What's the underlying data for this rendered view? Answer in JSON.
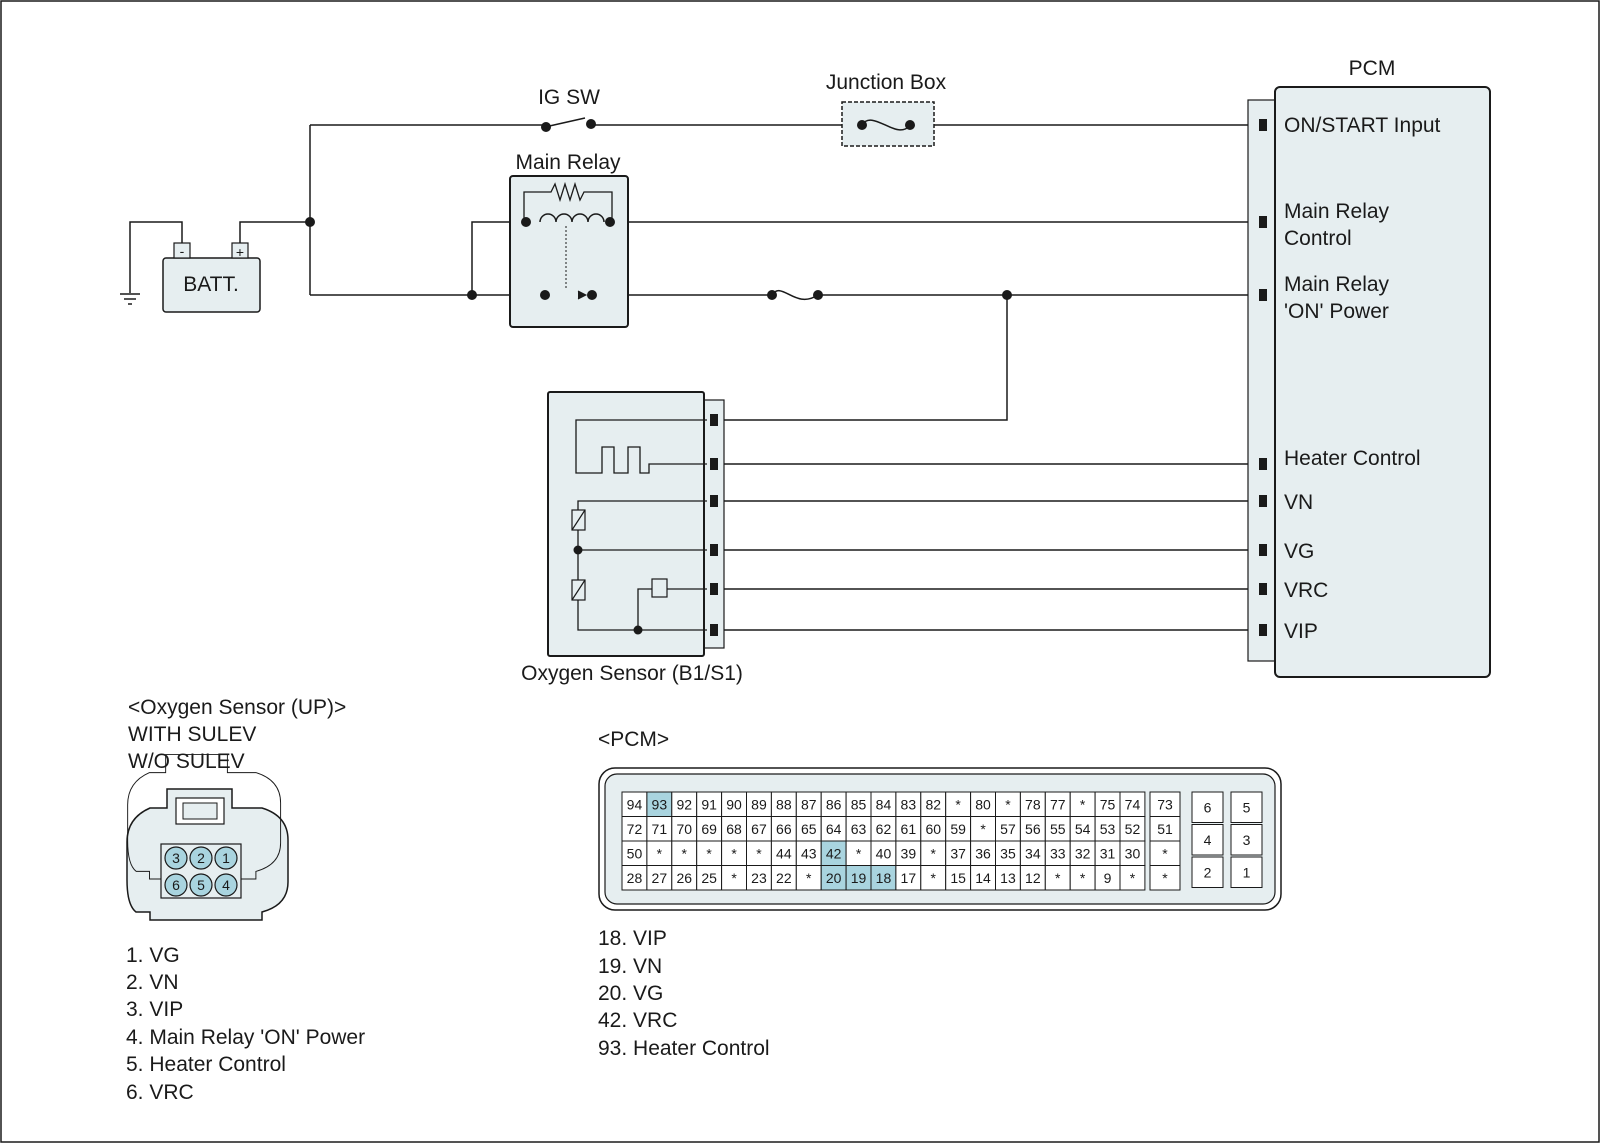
{
  "colors": {
    "box_fill": "#e6eef0",
    "highlight": "#a9d4df",
    "line": "#1a1a1a"
  },
  "labels": {
    "ig_sw": "IG SW",
    "junction_box": "Junction Box",
    "pcm_title": "PCM",
    "main_relay": "Main Relay",
    "batt": "BATT.",
    "batt_minus": "-",
    "batt_plus": "+",
    "o2_sensor": "Oxygen Sensor (B1/S1)"
  },
  "pcm_pins": [
    {
      "id": "on-start-input",
      "lines": [
        "ON/START Input"
      ]
    },
    {
      "id": "main-relay-control",
      "lines": [
        "Main Relay",
        "Control"
      ]
    },
    {
      "id": "main-relay-on-power",
      "lines": [
        "Main Relay",
        "'ON' Power"
      ]
    },
    {
      "id": "heater-control",
      "lines": [
        "Heater Control"
      ]
    },
    {
      "id": "vn",
      "lines": [
        "VN"
      ]
    },
    {
      "id": "vg",
      "lines": [
        "VG"
      ]
    },
    {
      "id": "vrc",
      "lines": [
        "VRC"
      ]
    },
    {
      "id": "vip",
      "lines": [
        "VIP"
      ]
    }
  ],
  "o2_connector": {
    "title_lines": [
      "<Oxygen Sensor (UP)>",
      "WITH SULEV",
      "W/O SULEV"
    ],
    "pins_top": [
      "3",
      "2",
      "1"
    ],
    "pins_bottom": [
      "6",
      "5",
      "4"
    ],
    "legend": [
      "1. VG",
      "2. VN",
      "3. VIP",
      "4. Main Relay  'ON' Power",
      "5. Heater Control",
      "6. VRC"
    ]
  },
  "pcm_connector": {
    "title": "<PCM>",
    "grid": [
      [
        "94",
        "93",
        "92",
        "91",
        "90",
        "89",
        "88",
        "87",
        "86",
        "85",
        "84",
        "83",
        "82",
        "*",
        "80",
        "*",
        "78",
        "77",
        "*",
        "75",
        "74"
      ],
      [
        "72",
        "71",
        "70",
        "69",
        "68",
        "67",
        "66",
        "65",
        "64",
        "63",
        "62",
        "61",
        "60",
        "59",
        "*",
        "57",
        "56",
        "55",
        "54",
        "53",
        "52"
      ],
      [
        "50",
        "*",
        "*",
        "*",
        "*",
        "*",
        "44",
        "43",
        "42",
        "*",
        "40",
        "39",
        "*",
        "37",
        "36",
        "35",
        "34",
        "33",
        "32",
        "31",
        "30"
      ],
      [
        "28",
        "27",
        "26",
        "25",
        "*",
        "23",
        "22",
        "*",
        "20",
        "19",
        "18",
        "17",
        "*",
        "15",
        "14",
        "13",
        "12",
        "*",
        "*",
        "9",
        "*"
      ]
    ],
    "side_col": [
      "73",
      "51",
      "*",
      "*"
    ],
    "highlighted": [
      "93",
      "42",
      "20",
      "19",
      "18"
    ],
    "right_block": [
      [
        "6",
        "5"
      ],
      [
        "4",
        "3"
      ],
      [
        "2",
        "1"
      ]
    ],
    "legend": [
      "18. VIP",
      "19. VN",
      "20. VG",
      "42. VRC",
      "93. Heater Control"
    ]
  }
}
